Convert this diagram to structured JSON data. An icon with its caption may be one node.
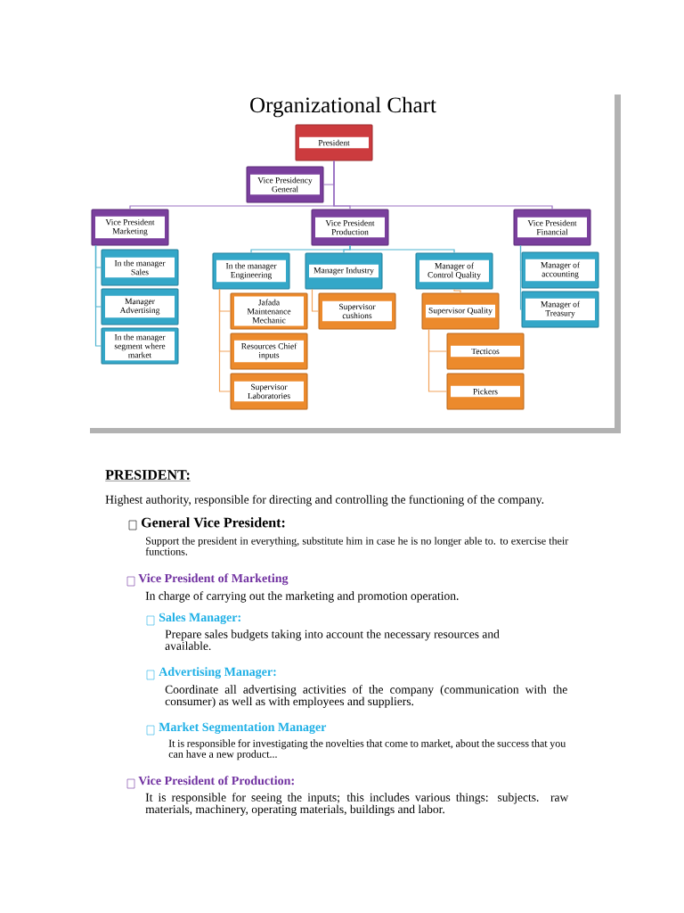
{
  "diagram": {
    "title": "Organizational Chart",
    "nodes": [
      {
        "text": [
          "President"
        ]
      },
      {
        "text": [
          "Vice Presidency General"
        ]
      },
      {
        "text": [
          "Vice President Marketing"
        ]
      },
      {
        "text": [
          "Vice President Production"
        ]
      },
      {
        "text": [
          "Vice President Financial"
        ]
      },
      {
        "text": [
          "In the manager Sales"
        ]
      },
      {
        "text": [
          "Manager Advertising"
        ]
      },
      {
        "text": [
          "In the manager segment where market"
        ]
      },
      {
        "text": [
          "In the manager Engineering"
        ]
      },
      {
        "text": [
          "Manager Industry"
        ]
      },
      {
        "text": [
          "Manager of Control Quality"
        ]
      },
      {
        "text": [
          "Jafada Maintenance Mechanic"
        ]
      },
      {
        "text": [
          "Resources Chief inputs"
        ]
      },
      {
        "text": [
          "Supervisor Laboratories"
        ]
      },
      {
        "text": [
          "Supervisor cushions"
        ]
      },
      {
        "text": [
          "Supervisor Quality"
        ]
      },
      {
        "text": [
          "Tecticos"
        ]
      },
      {
        "text": [
          "Pickers"
        ]
      },
      {
        "text": [
          "Manager of accounting"
        ]
      },
      {
        "text": [
          "Manager of Treasury"
        ]
      }
    ],
    "edges": [
      {
        "from": 0,
        "to": 1,
        "arrow": "none",
        "color": "#9b72c4"
      },
      {
        "from": 0,
        "to": 2,
        "arrow": "none",
        "color": "#9b72c4"
      },
      {
        "from": 0,
        "to": 3,
        "arrow": "none",
        "color": "#9b72c4"
      },
      {
        "from": 0,
        "to": 4,
        "arrow": "none",
        "color": "#9b72c4"
      },
      {
        "from": 2,
        "to": 5,
        "arrow": "none"
      },
      {
        "from": 2,
        "to": 6,
        "arrow": "none"
      },
      {
        "from": 2,
        "to": 7,
        "arrow": "none"
      },
      {
        "from": 3,
        "to": 8,
        "arrow": "none"
      },
      {
        "from": 3,
        "to": 9,
        "arrow": "none"
      },
      {
        "from": 3,
        "to": 10,
        "arrow": "none"
      },
      {
        "from": 8,
        "to": 11,
        "arrow": "none",
        "color": "#f2a45c"
      },
      {
        "from": 8,
        "to": 12,
        "arrow": "none",
        "color": "#f2a45c"
      },
      {
        "from": 8,
        "to": 13,
        "arrow": "none",
        "color": "#f2a45c"
      },
      {
        "from": 9,
        "to": 14,
        "arrow": "none",
        "color": "#f2a45c"
      },
      {
        "from": 10,
        "to": 15,
        "arrow": "none",
        "color": "#f2a45c"
      },
      {
        "from": 15,
        "to": 16,
        "arrow": "none",
        "color": "#f2a45c"
      },
      {
        "from": 15,
        "to": 17,
        "arrow": "none",
        "color": "#f2a45c"
      },
      {
        "from": 4,
        "to": 18,
        "arrow": "none"
      },
      {
        "from": 4,
        "to": 19,
        "arrow": "none"
      }
    ],
    "labels": [
      "PRESIDENT:",
      "Highest authority, responsible for directing and controlling the functioning of the company.",
      "General Vice President:",
      "Support the president in everything, substitute him in case he is no longer able to. to exercise their functions.",
      "Vice President of Marketing",
      "In charge of carrying out the marketing and promotion operation.",
      "Sales Manager:",
      "Prepare sales budgets taking into account the necessary resources and available.",
      "Advertising Manager:",
      "Coordinate all advertising activities of the company (communication with the consumer) as well as with employees and suppliers.",
      "Market Segmentation Manager",
      "It is responsible for investigating the novelties that come to market, about the success that you can have a new product...",
      "Vice President of Production:",
      "It is responsible for seeing the inputs; this includes various things: subjects. raw materials, machinery, operating materials, buildings and labor."
    ]
  }
}
